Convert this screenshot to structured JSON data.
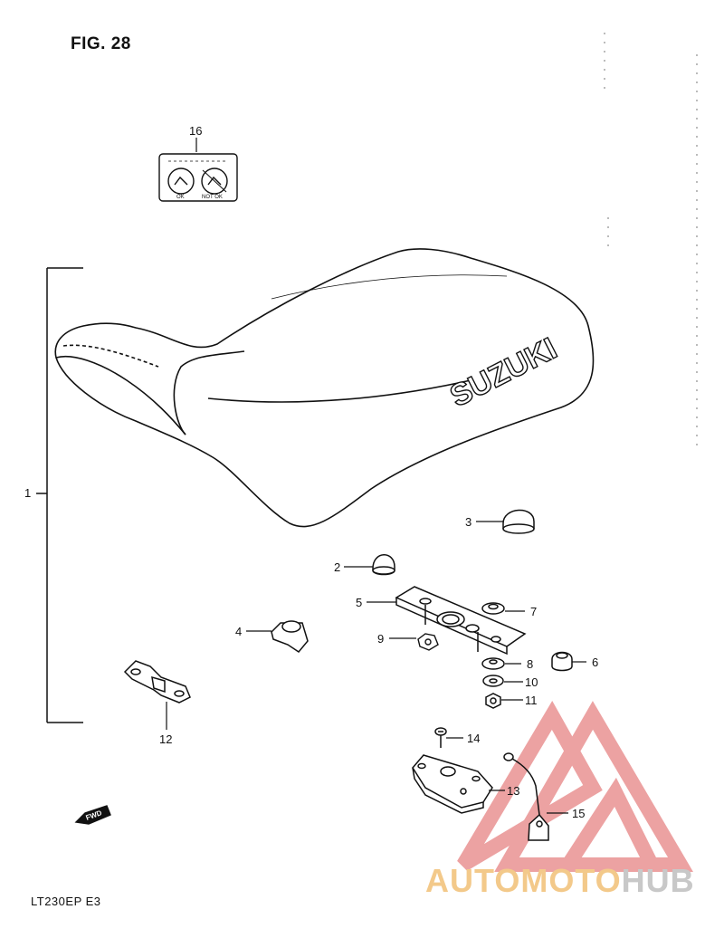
{
  "figure": {
    "title": "FIG. 28",
    "model_code": "LT230EP  E3",
    "fwd_label": "FWD",
    "seat_brand": "SUZUKI"
  },
  "decal": {
    "left_caption": "OK",
    "right_caption": "NOT OK"
  },
  "part_labels": [
    "1",
    "2",
    "3",
    "4",
    "5",
    "6",
    "7",
    "8",
    "9",
    "10",
    "11",
    "12",
    "13",
    "14",
    "15",
    "16"
  ],
  "watermark": {
    "part1": "AUTOMOTO",
    "part2": "HUB",
    "colors": {
      "part1": "#f3c98a",
      "part2": "#c8c8c8",
      "logo": "#e88b8b"
    }
  },
  "colors": {
    "line": "#111111",
    "background": "#ffffff"
  }
}
